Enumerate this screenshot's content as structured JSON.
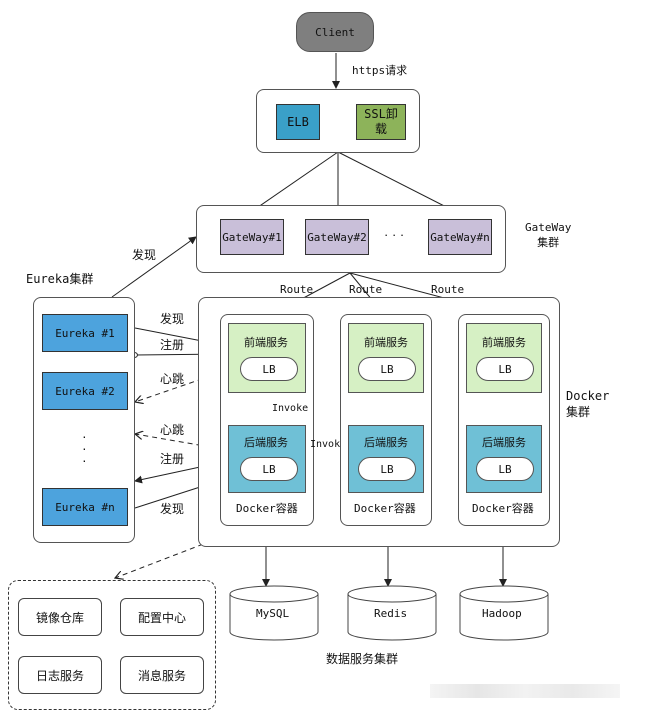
{
  "client": "Client",
  "https_label": "https请求",
  "elb": "ELB",
  "ssl": "SSL卸载",
  "gateways": [
    "GateWay#1",
    "GateWay#2",
    "GateWay#n"
  ],
  "gateway_ellipsis": "· · ·",
  "gateway_cluster": "GateWay\n集群",
  "eureka_cluster": "Eureka集群",
  "eurekas": [
    "Eureka #1",
    "Eureka #2",
    "Eureka #n"
  ],
  "eureka_dots": "·\n·\n·",
  "route": "Route",
  "docker_cluster": "Docker\n集群",
  "front_service": "前端服务",
  "back_service": "后端服务",
  "lb": "LB",
  "docker_container": "Docker容器",
  "invoke": "Invoke",
  "edge_labels": {
    "discover_top": "发现",
    "discover_front": "发现",
    "register_front": "注册",
    "heartbeat_front": "心跳",
    "heartbeat_back": "心跳",
    "register_back": "注册",
    "discover_back": "发现"
  },
  "databases": [
    "MySQL",
    "Redis",
    "Hadoop"
  ],
  "data_cluster": "数据服务集群",
  "tools": [
    "镜像仓库",
    "配置中心",
    "日志服务",
    "消息服务"
  ],
  "colors": {
    "client": "#7f7f7f",
    "elb": "#3aa0c8",
    "ssl": "#8db35a",
    "gateway": "#c9bfd9",
    "eureka": "#4da3dd",
    "front": "#d6f0c4",
    "back": "#6fc0d6"
  }
}
